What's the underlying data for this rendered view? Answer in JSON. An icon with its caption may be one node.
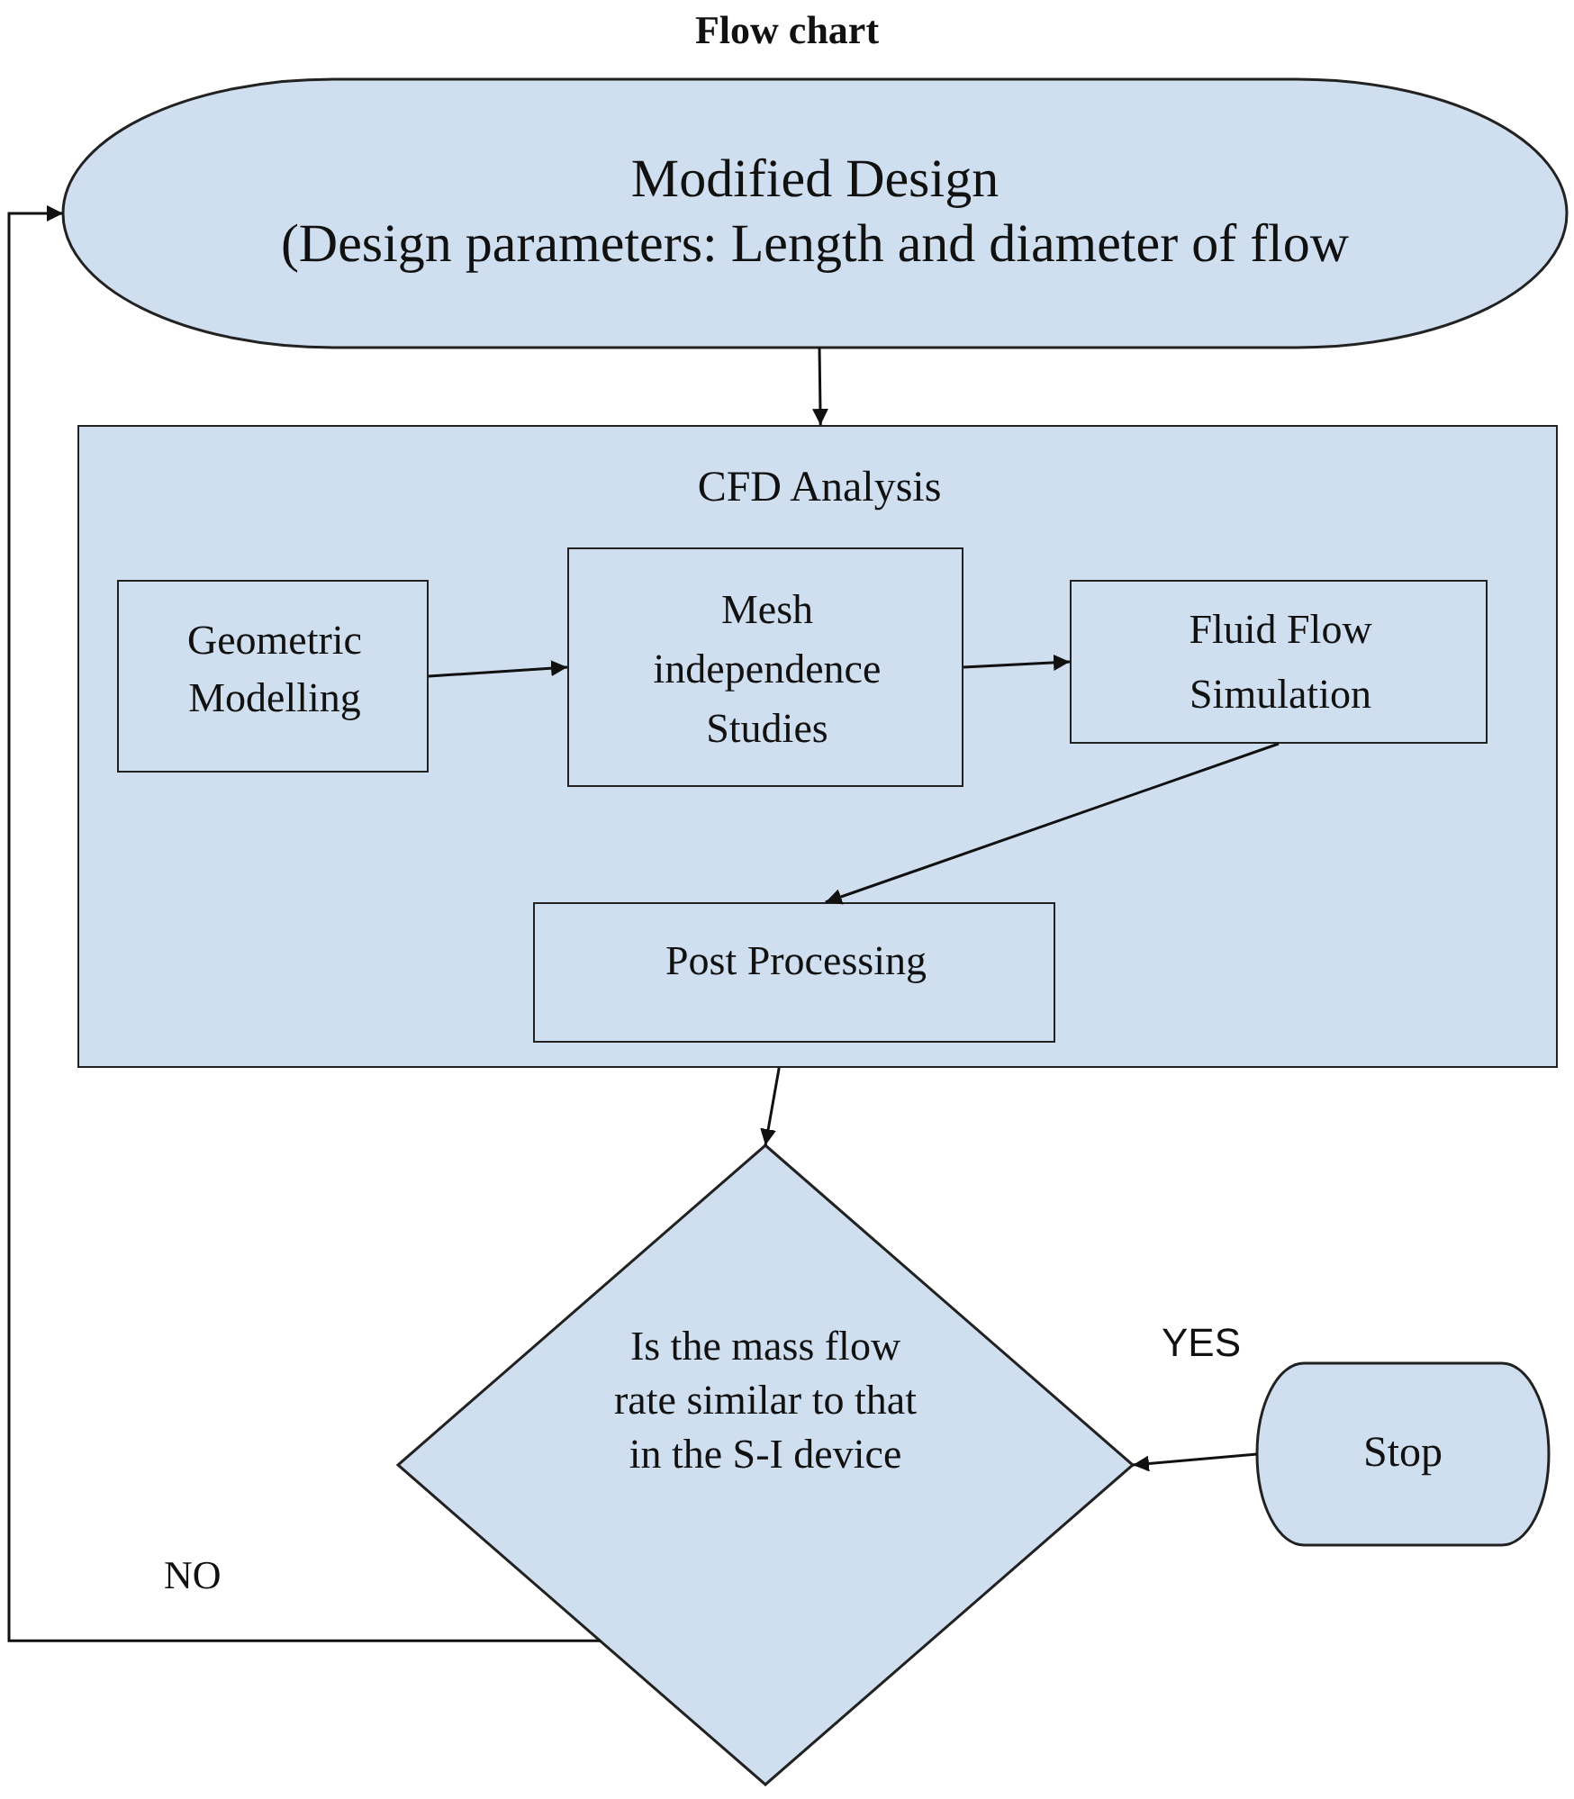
{
  "diagram": {
    "title": "Flow chart",
    "nodes": [
      {
        "text": [
          "Modified Design",
          "(Design parameters: Length and diameter of flow"
        ]
      },
      {
        "text": [
          "CFD Analysis"
        ]
      },
      {
        "text": [
          "Geometric Modelling"
        ],
        "in": 1
      },
      {
        "text": [
          "Mesh independence Studies"
        ],
        "in": 1
      },
      {
        "text": [
          "Fluid Flow Simulation"
        ],
        "in": 1
      },
      {
        "text": [
          "Post Processing"
        ],
        "in": 1
      },
      {
        "text": [
          "Is the mass flow rate similar to that in the S-I device"
        ]
      },
      {
        "text": [
          "Stop"
        ]
      }
    ],
    "edges": [
      {
        "from": 0,
        "to": 1,
        "arrow": "to"
      },
      {
        "from": 2,
        "to": 3,
        "arrow": "to"
      },
      {
        "from": 3,
        "to": 4,
        "arrow": "to"
      },
      {
        "from": 4,
        "to": 5,
        "arrow": "to"
      },
      {
        "from": 1,
        "to": 6,
        "arrow": "to"
      },
      {
        "from": 7,
        "to": 6,
        "arrow": "to",
        "label": "YES"
      },
      {
        "from": 6,
        "to": 0,
        "arrow": "to",
        "label": "NO"
      }
    ]
  }
}
